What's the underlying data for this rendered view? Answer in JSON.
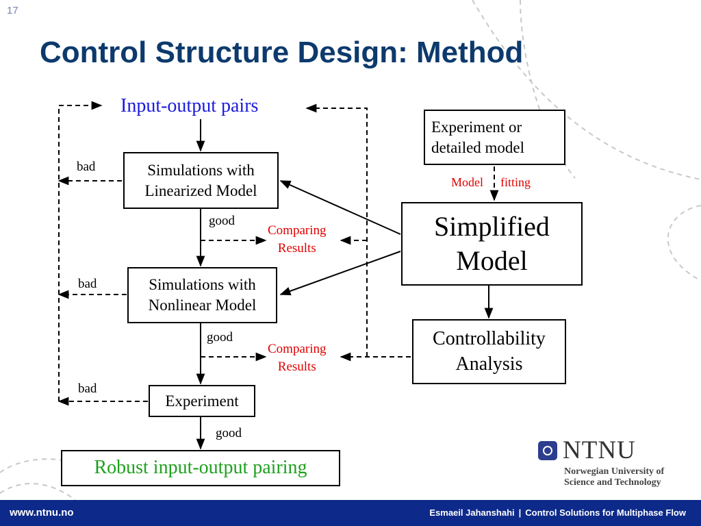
{
  "slide_number": "17",
  "title": "Control Structure Design: Method",
  "diagram": {
    "input_output_pairs": "Input-output pairs",
    "sim_linear": "Simulations with\nLinearized Model",
    "sim_nonlinear": "Simulations with\nNonlinear Model",
    "experiment": "Experiment",
    "robust_pairing": "Robust input-output pairing",
    "experiment_or_model": "Experiment or\ndetailed model",
    "model_fitting_1": "Model",
    "model_fitting_2": "fitting",
    "simplified_model": "Simplified\nModel",
    "controllability": "Controllability\nAnalysis",
    "comparing_1": "Comparing\nResults",
    "comparing_2": "Comparing\nResults",
    "bad_1": "bad",
    "bad_2": "bad",
    "bad_3": "bad",
    "good_1": "good",
    "good_2": "good",
    "good_3": "good"
  },
  "logo": {
    "name": "NTNU",
    "subtitle": "Norwegian University of\nScience and Technology"
  },
  "footer": {
    "url": "www.ntnu.no",
    "author": "Esmaeil Jahanshahi",
    "separator": "|",
    "subtitle": "Control Solutions for Multiphase Flow"
  },
  "colors": {
    "title": "#0d3a6d",
    "footer_bg": "#0d2a8a",
    "input_output_text": "#1a1adc",
    "robust_text": "#1ea01e",
    "red_text": "#e00000"
  }
}
